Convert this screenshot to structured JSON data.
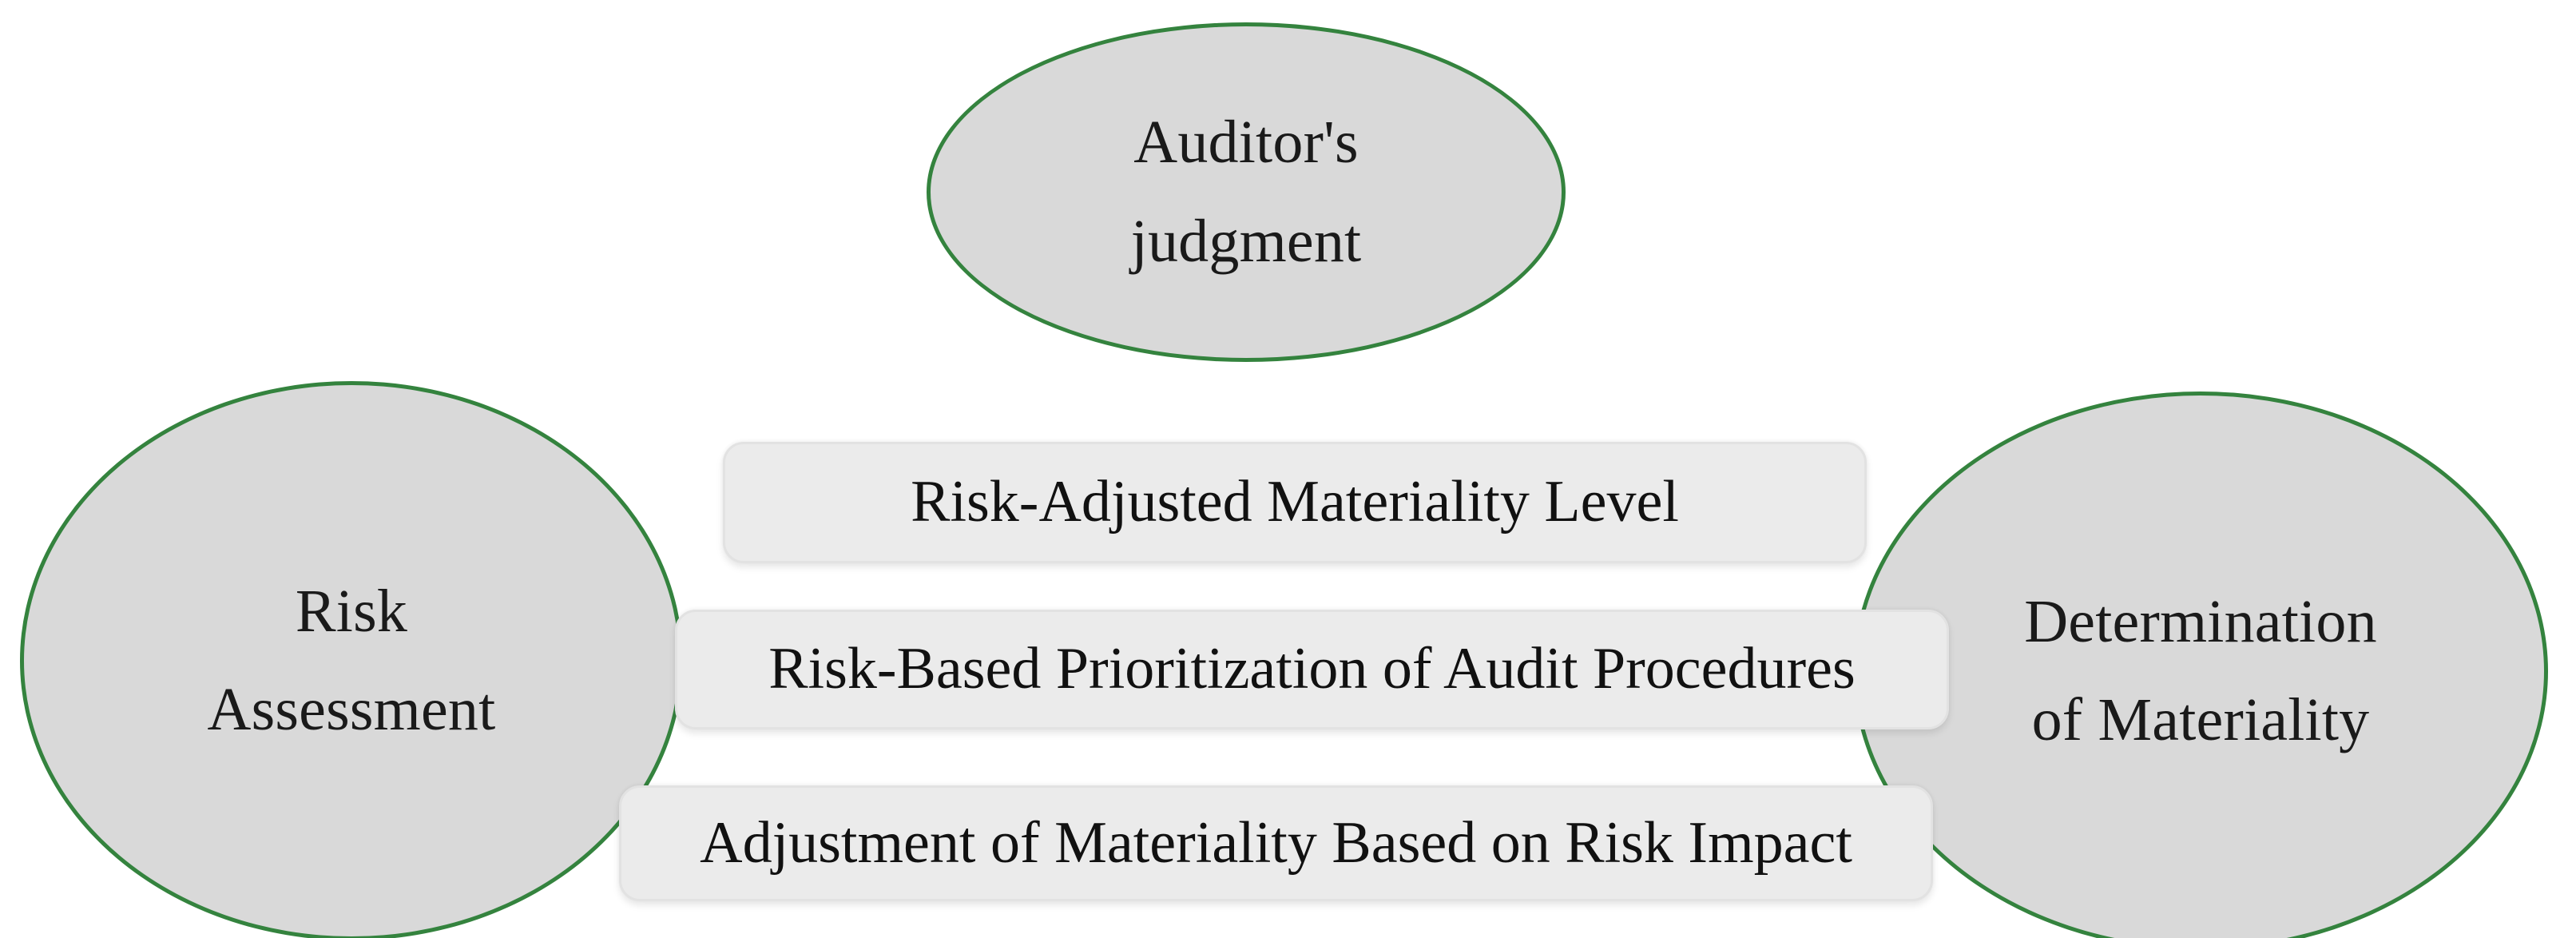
{
  "diagram": {
    "type": "concept-relationship-diagram",
    "background_color": "#ffffff",
    "palette": {
      "ellipse_border": "#34833e",
      "ellipse_fill": "#d9d9d9",
      "band_fill": "#ebebeb",
      "band_border": "#e2e2e2",
      "text": "#1a1a1a"
    },
    "nodes": [
      {
        "id": "auditor-judgment",
        "shape": "ellipse",
        "label": "Auditor's\njudgment",
        "position": "top-center"
      },
      {
        "id": "risk-assessment",
        "shape": "ellipse",
        "label": "Risk\nAssessment",
        "position": "left"
      },
      {
        "id": "determination-of-materiality",
        "shape": "ellipse",
        "label": "Determination\nof Materiality",
        "position": "right"
      }
    ],
    "bands": [
      {
        "id": "risk-adjusted-materiality-level",
        "shape": "rounded-rectangle",
        "label": "Risk-Adjusted Materiality Level",
        "row": 1
      },
      {
        "id": "risk-based-prioritization-of-audit-procedures",
        "shape": "rounded-rectangle",
        "label": "Risk-Based Prioritization of Audit Procedures",
        "row": 2
      },
      {
        "id": "adjustment-of-materiality-based-on-risk-impact",
        "shape": "rounded-rectangle",
        "label": "Adjustment of Materiality Based on Risk Impact",
        "row": 3
      }
    ]
  }
}
